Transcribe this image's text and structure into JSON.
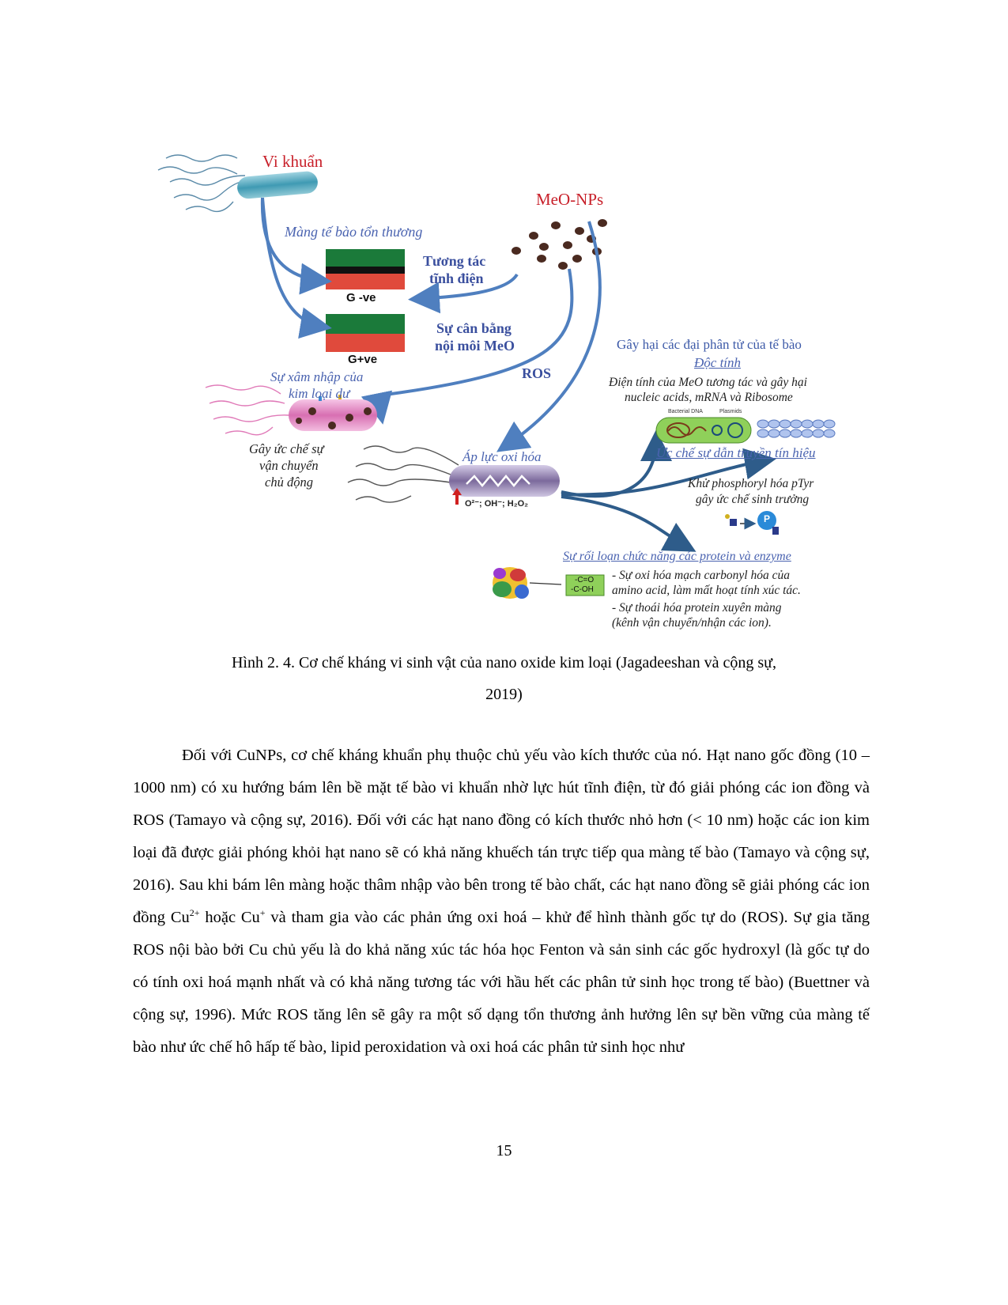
{
  "figure": {
    "labels": {
      "vi_khuan": "Vi khuẩn",
      "meo_nps": "MeO-NPs",
      "mang_te_bao": "Màng tế bào tổn thương",
      "tuong_tac": "Tương tác",
      "tinh_dien": "tĩnh điện",
      "g_neg": "G -ve",
      "g_pos": "G+ve",
      "su_can_bang": "Sự cân bằng",
      "noi_moi": "nội môi MeO",
      "ros": "ROS",
      "xam_nhap_1": "Sự xâm nhập của",
      "xam_nhap_2": "kim loại dư",
      "uc_che_1": "Gây ức chế sự",
      "uc_che_2": "vận chuyển",
      "uc_che_3": "chủ động",
      "ap_luc": "Áp lực oxi hóa",
      "ros_species": "O²⁻; OH⁻; H₂O₂",
      "gay_hai": "Gây hại các đại phân tử của tế bào",
      "doc_tinh": "Độc tính",
      "dien_tinh_1": "Điện tính của MeO tương tác và gây hại",
      "dien_tinh_2": "nucleic acids, mRNA và Ribosome",
      "bacterial_dna": "Bacterial DNA",
      "plasmids": "Plasmids",
      "uc_che_dan": "Ức chế sự dẫn truyền tín hiệu",
      "khu_phos_1": "Khử phosphoryl hóa pTyr",
      "khu_phos_2": "gây ức chế sinh trưởng",
      "p_label": "P",
      "roi_loan": "Sự rối loạn chức năng các protein và enzyme",
      "co": "-C=O",
      "coh": "-C-OH",
      "oxi_hoa_1": "- Sự oxi hóa mạch carbonyl hóa của",
      "oxi_hoa_2": "amino acid, làm mất hoạt tính xúc tác.",
      "thoai_hoa_1": "- Sự thoái hóa protein xuyên màng",
      "thoai_hoa_2": "(kênh vận chuyển/nhận các ion)."
    }
  },
  "caption": {
    "line1": "Hình 2. 4. Cơ chế kháng vi sinh vật của nano oxide kim loại (Jagadeeshan và cộng sự,",
    "line2": "2019)"
  },
  "body": {
    "p_before_sup1": "Đối với CuNPs, cơ chế kháng khuẩn phụ thuộc chủ yếu vào kích thước của nó. Hạt nano gốc đồng (10 – 1000 nm) có xu hướng bám lên bề mặt tế bào vi khuẩn nhờ lực hút tĩnh điện, từ đó giải phóng các ion đồng và ROS (Tamayo và cộng sự, 2016). Đối với các hạt nano đồng có kích thước nhỏ hơn (< 10 nm) hoặc các ion kim loại đã được giải phóng khỏi hạt nano sẽ có khả năng khuếch tán trực tiếp qua màng tế bào (Tamayo và cộng sự, 2016). Sau khi bám lên màng hoặc thâm nhập vào bên trong tế bào chất, các hạt nano đồng sẽ giải phóng các ion đồng Cu",
    "sup1": "2+",
    "p_between": " hoặc Cu",
    "sup2": "+",
    "p_after": " và tham gia vào các phản ứng oxi hoá – khử để hình thành gốc tự do (ROS). Sự gia tăng ROS nội bào bởi Cu chủ yếu là do khả năng xúc tác hóa học Fenton và sản sinh các gốc hydroxyl (là gốc tự do có tính oxi hoá mạnh nhất và có khả năng tương tác với hầu hết các phân tử sinh học trong tế bào) (Buettner và cộng sự, 1996). Mức ROS tăng lên sẽ gây ra một số dạng tổn thương ảnh hưởng lên sự bền vững của màng tế bào như ức chế hô hấp tế bào, lipid peroxidation và oxi hoá các phân tử sinh học như"
  },
  "page_number": "15"
}
